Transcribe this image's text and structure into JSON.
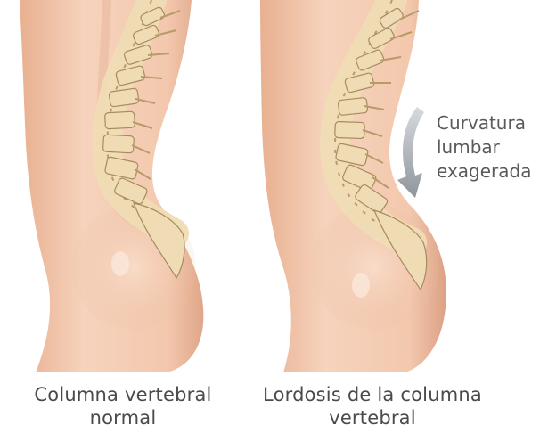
{
  "figures": [
    {
      "caption_line1": "Columna vertebral",
      "caption_line2": "normal"
    },
    {
      "caption_line1": "Lordosis de la columna",
      "caption_line2": "vertebral"
    }
  ],
  "annotation": {
    "line1": "Curvatura",
    "line2": "lumbar",
    "line3": "exagerada"
  },
  "colors": {
    "skin": "#f2c7ad",
    "skin_shadow": "#dba185",
    "bone": "#efdcb4",
    "bone_shadow": "#b99a6b",
    "arrow": "#9ea3a8",
    "text": "#4a4a4a"
  }
}
